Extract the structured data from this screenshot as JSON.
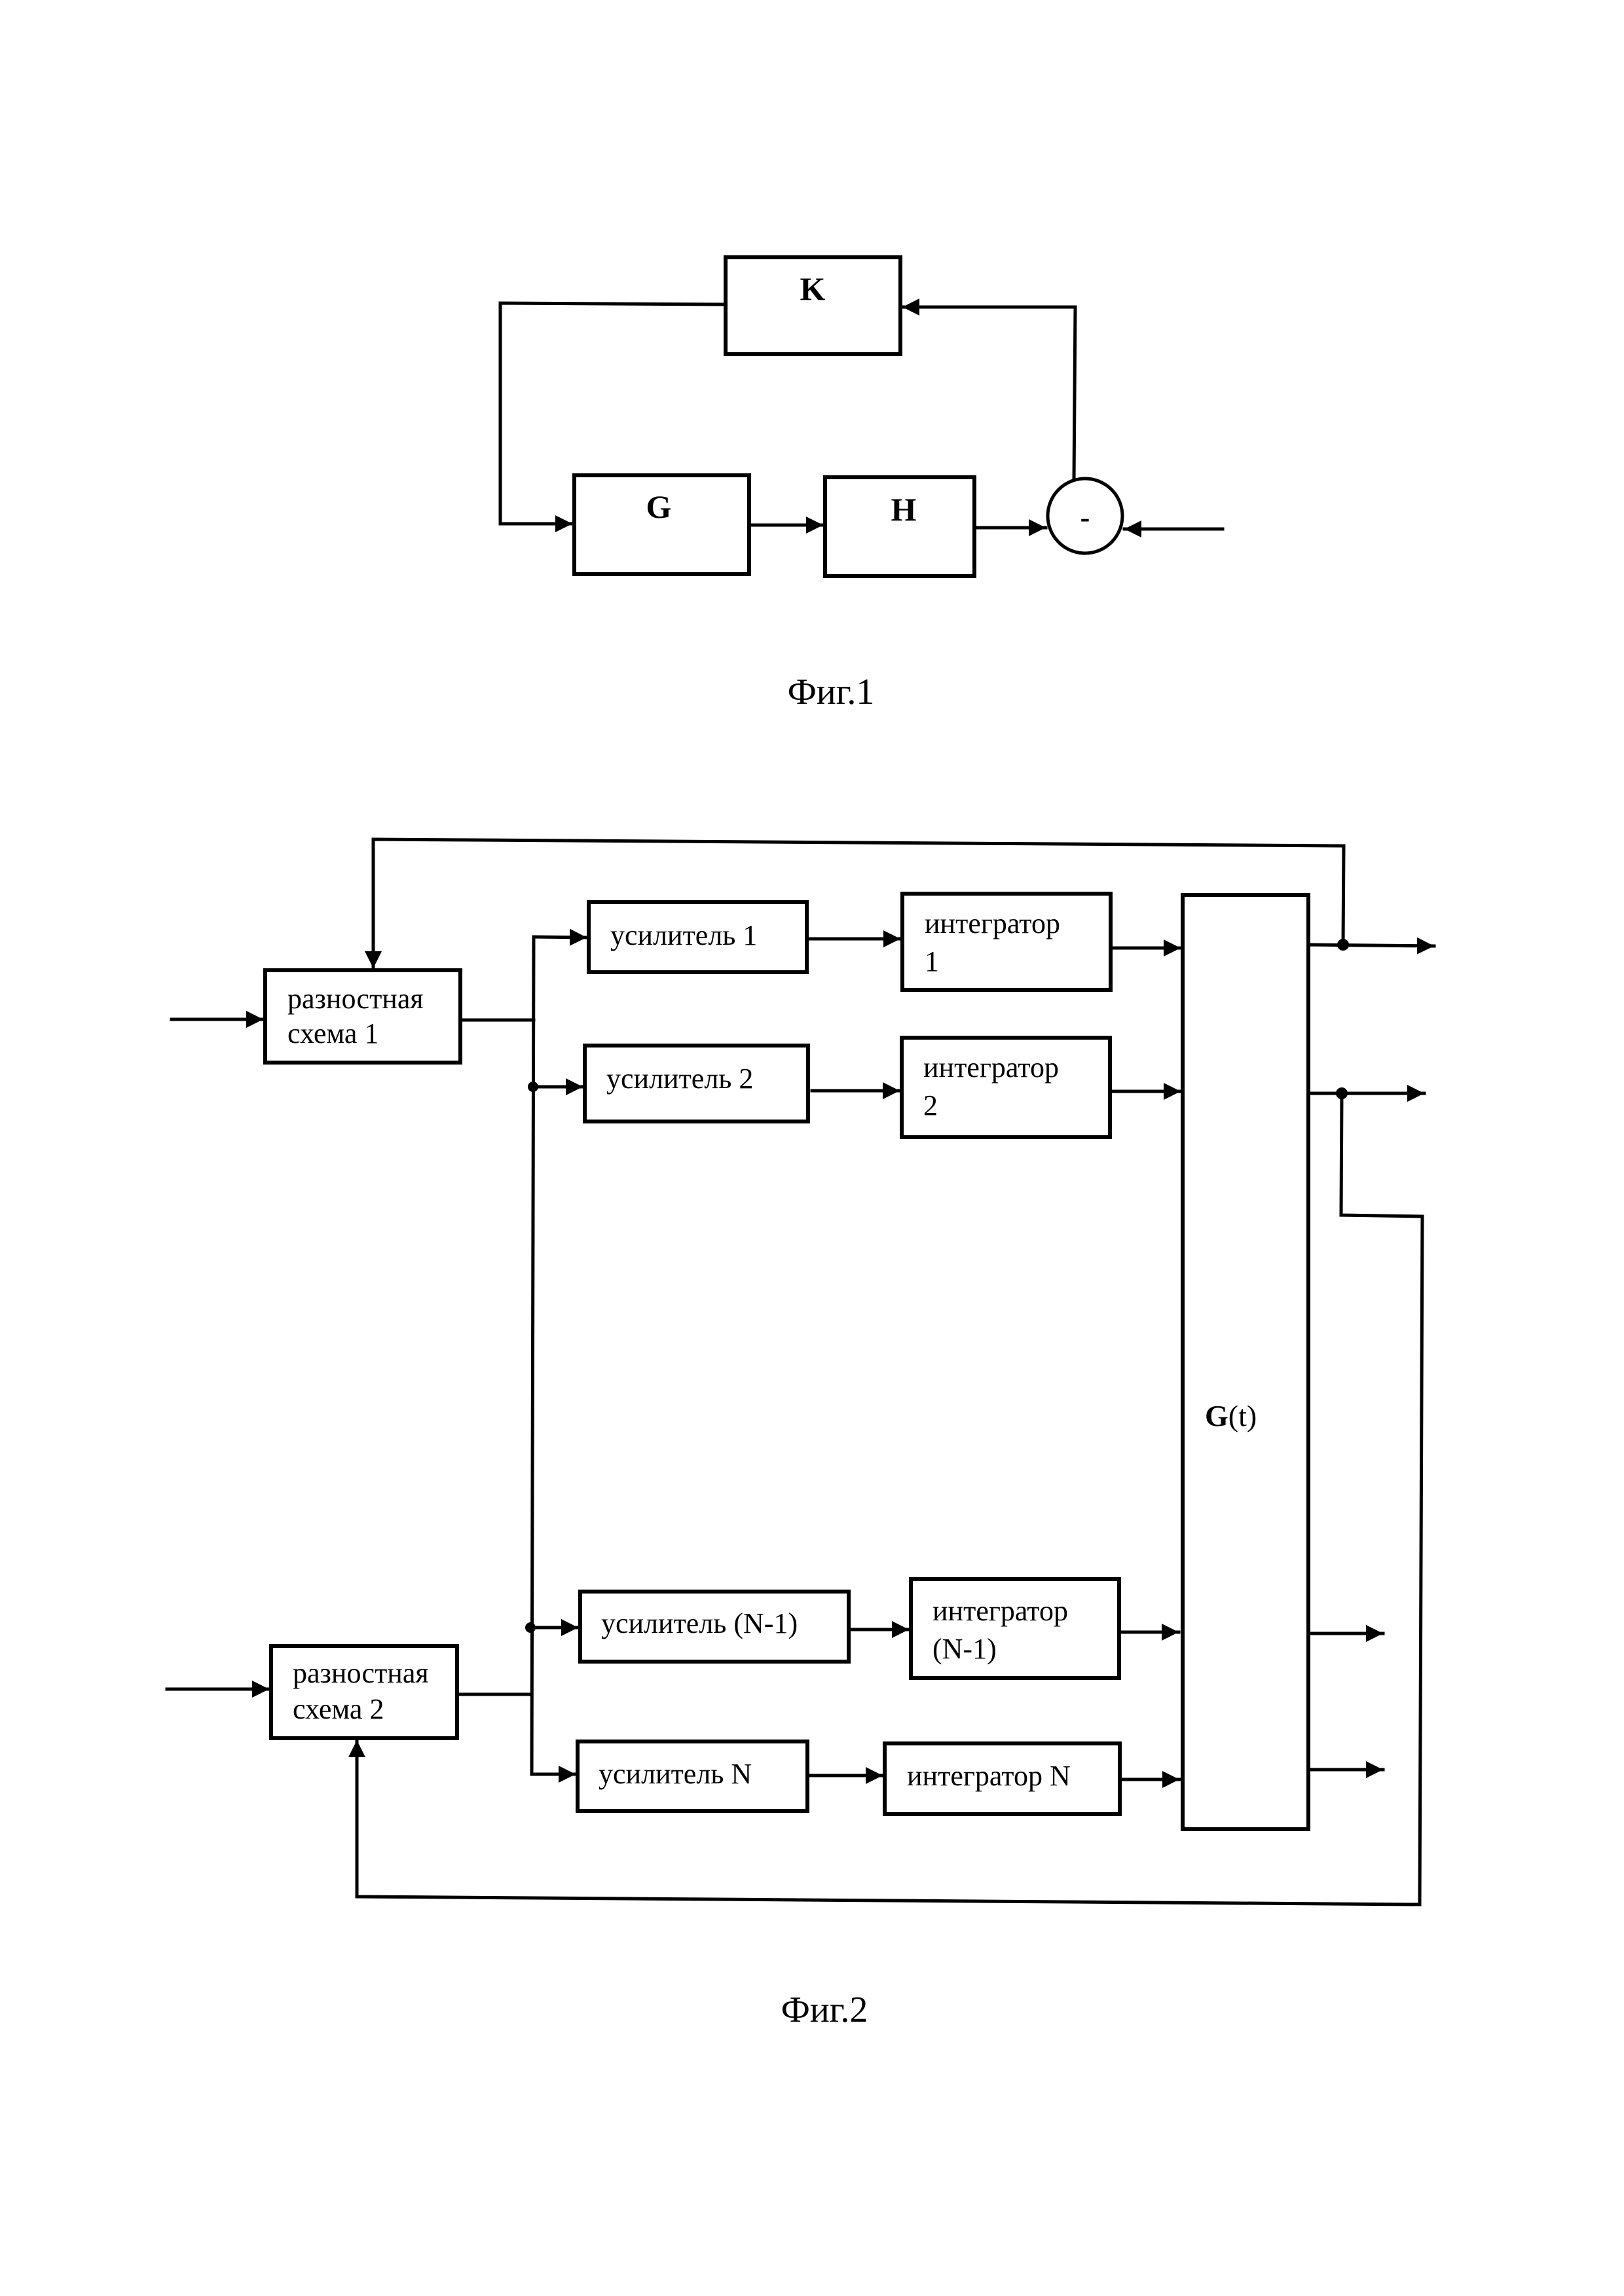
{
  "figure1": {
    "caption": "Фиг.1",
    "blocks": {
      "k": "K",
      "g": "G",
      "h": "H"
    },
    "summator_sign": "-"
  },
  "figure2": {
    "caption": "Фиг.2",
    "difference_circuit_1": {
      "line1": "разностная",
      "line2": "схема 1"
    },
    "difference_circuit_2": {
      "line1": "разностная",
      "line2": "схема 2"
    },
    "amplifiers": [
      "усилитель 1",
      "усилитель 2",
      "усилитель (N-1)",
      "усилитель N"
    ],
    "integrators": [
      {
        "line1": "интегратор",
        "line2": "1"
      },
      {
        "line1": "интегратор",
        "line2": "2"
      },
      {
        "line1": "интегратор",
        "line2": "(N-1)"
      },
      {
        "line1": "интегратор N",
        "line2": ""
      }
    ],
    "matrix_block": {
      "symbol": "G",
      "argument": "(t)"
    }
  }
}
